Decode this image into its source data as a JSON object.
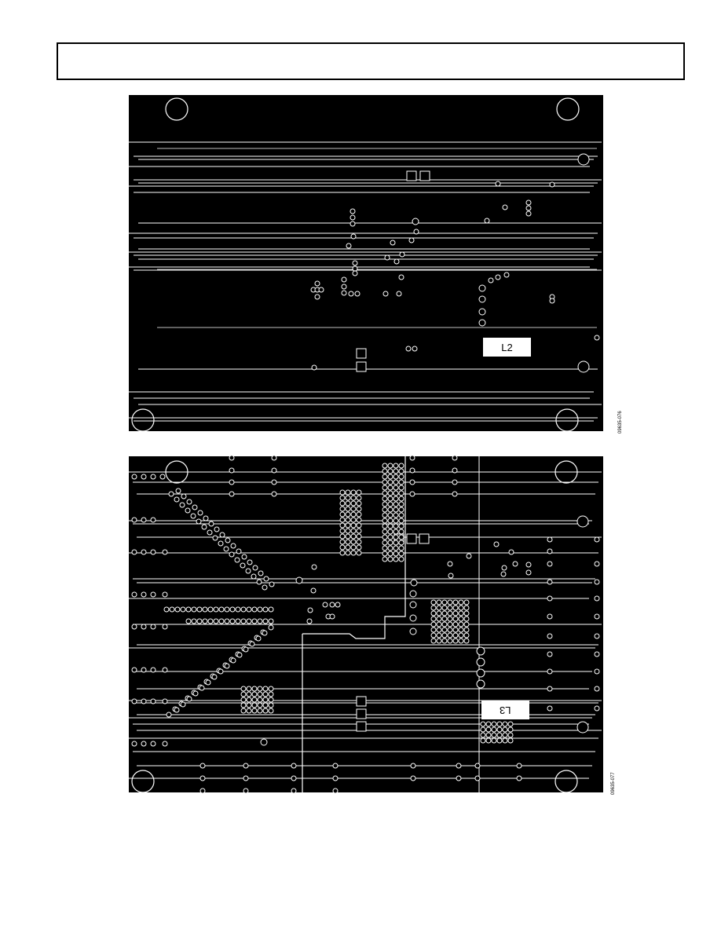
{
  "header": {
    "text": ""
  },
  "figures": [
    {
      "layer_label": "L2",
      "figure_id": "09635-076"
    },
    {
      "layer_label": "L3",
      "figure_id": "09635-077"
    }
  ],
  "colors": {
    "board": "#000000",
    "trace": "#ffffff",
    "page": "#ffffff"
  }
}
